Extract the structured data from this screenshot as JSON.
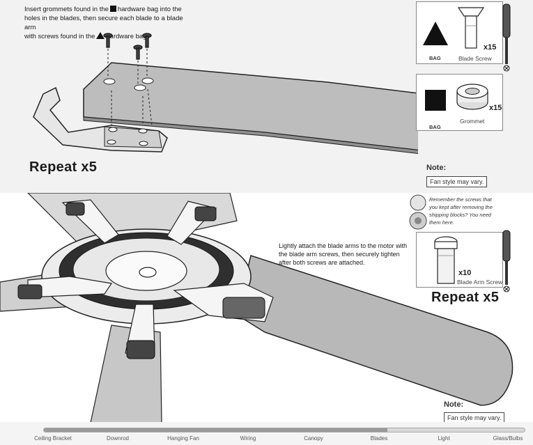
{
  "step1": {
    "instruction": {
      "line1_a": "Insert grommets found in the",
      "line1_b": "hardware bag into the",
      "line2": "holes in the blades, then secure each blade to a blade arm",
      "line3_a": "with screws found in the",
      "line3_b": "hardware bag."
    },
    "repeat": "Repeat x5",
    "note_title": "Note:",
    "note_text": "Fan style may vary.",
    "hardware": [
      {
        "bag_label": "BAG",
        "bag_icon": "triangle-icon",
        "part": "Blade Screw",
        "qty": "x15"
      },
      {
        "bag_label": "BAG",
        "bag_icon": "square-icon",
        "part": "Grommet",
        "qty": "x15"
      }
    ]
  },
  "step2": {
    "instruction": {
      "line1": "Lightly attach the blade arms to the motor with",
      "line2": "the blade arm screws, then securely tighten",
      "line3": "after both screws are attached."
    },
    "remember": {
      "line1": "Remember the screws that",
      "line2": "you kept after removing the",
      "line3": "shipping blocks? You need",
      "line4": "them here."
    },
    "hardware": {
      "part": "Blade Arm Screw",
      "qty": "x10"
    },
    "repeat": "Repeat x5",
    "note_title": "Note:",
    "note_text": "Fan style may vary."
  },
  "progress": {
    "fraction": 0.715,
    "steps": [
      "Ceiling Bracket",
      "Downrod",
      "Hanging Fan",
      "Wiring",
      "Canopy",
      "Blades",
      "Light",
      "Glass/Bulbs"
    ]
  },
  "colors": {
    "blade": "#b9b9b9",
    "panel_top": "#f2f2f2",
    "outline": "#222222"
  }
}
